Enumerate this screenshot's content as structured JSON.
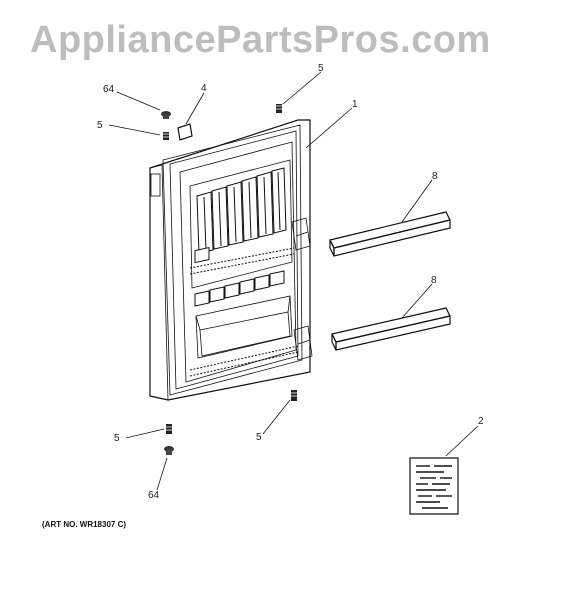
{
  "watermark": "AppliancePartsPros.com",
  "art_number": "(ART NO. WR18307 C)",
  "callouts": {
    "c64_top": "64",
    "c4": "4",
    "c5_topleft": "5",
    "c5_topright": "5",
    "c1": "1",
    "c8_top": "8",
    "c8_bottom": "8",
    "c5_bottomleft": "5",
    "c5_bottomcenter": "5",
    "c64_bottom": "64",
    "c2": "2"
  },
  "parts": [
    {
      "ref": "1",
      "name": "door-assembly"
    },
    {
      "ref": "2",
      "name": "label"
    },
    {
      "ref": "4",
      "name": "plug"
    },
    {
      "ref": "5",
      "name": "screw"
    },
    {
      "ref": "8",
      "name": "door-shelf"
    },
    {
      "ref": "64",
      "name": "screw"
    }
  ]
}
